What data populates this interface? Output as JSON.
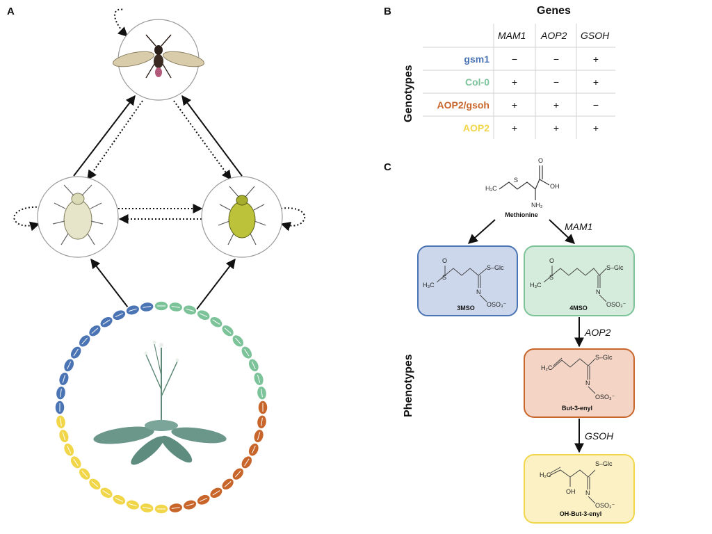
{
  "panels": {
    "a": "A",
    "b": "B",
    "c": "C"
  },
  "table": {
    "title": "Genes",
    "row_axis_label": "Genotypes",
    "genes": [
      "MAM1",
      "AOP2",
      "GSOH"
    ],
    "rows": [
      {
        "genotype": "gsm1",
        "color": "#4a74b3",
        "cells": [
          "−",
          "−",
          "+"
        ]
      },
      {
        "genotype": "Col-0",
        "color": "#7cc39a",
        "cells": [
          "+",
          "−",
          "+"
        ]
      },
      {
        "genotype": "AOP2/gsoh",
        "color": "#c8652a",
        "cells": [
          "+",
          "+",
          "−"
        ]
      },
      {
        "genotype": "AOP2",
        "color": "#f1d64a",
        "cells": [
          "+",
          "+",
          "+"
        ]
      }
    ]
  },
  "pathway": {
    "side_label": "Phenotypes",
    "start": "Methionine",
    "start_atoms": {
      "h3c": "H₃C",
      "s": "S",
      "oh": "OH",
      "o": "O",
      "nh2": "NH₂"
    },
    "enzymes": [
      "MAM1",
      "AOP2",
      "GSOH"
    ],
    "products": [
      {
        "name": "3MSO",
        "fill": "#ccd7ec",
        "stroke": "#4a74b3"
      },
      {
        "name": "4MSO",
        "fill": "#d5ecdc",
        "stroke": "#7cc39a"
      },
      {
        "name": "But-3-enyl",
        "fill": "#f3d4c5",
        "stroke": "#c8652a"
      },
      {
        "name": "OH-But-3-enyl",
        "fill": "#fbf1c4",
        "stroke": "#f1d64a"
      }
    ],
    "atoms": {
      "s_glc": "S–Glc",
      "n": "N",
      "oso3": "OSO₃⁻",
      "o": "O",
      "s": "S",
      "h3c": "H₃C",
      "h2c": "H₂C",
      "oh": "OH"
    }
  },
  "diagram_a": {
    "genome_colors": [
      "#4a74b3",
      "#7cc39a",
      "#c8652a",
      "#f1d64a"
    ],
    "icons": [
      "wasp-icon",
      "pale-aphid-icon",
      "green-aphid-icon",
      "arabidopsis-plant-icon"
    ]
  }
}
